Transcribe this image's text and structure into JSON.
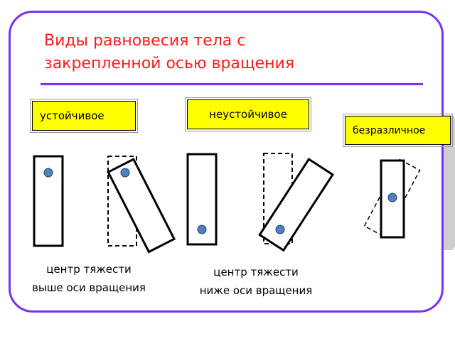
{
  "title": {
    "line1": "Виды равновесия тела с",
    "line2": "закрепленной осью вращения"
  },
  "labels": {
    "stable": "устойчивое",
    "unstable": "неустойчивое",
    "indifferent": "безразличное"
  },
  "captions": {
    "above_line1": "центр тяжести",
    "above_line2": "выше оси вращения",
    "below_line1": "центр тяжести",
    "below_line2": "ниже оси вращения"
  },
  "colors": {
    "frame": "#7b2ff7",
    "title": "#ff1a1a",
    "label_fill": "#ffff00",
    "axis_dot": "#4f81bd"
  }
}
